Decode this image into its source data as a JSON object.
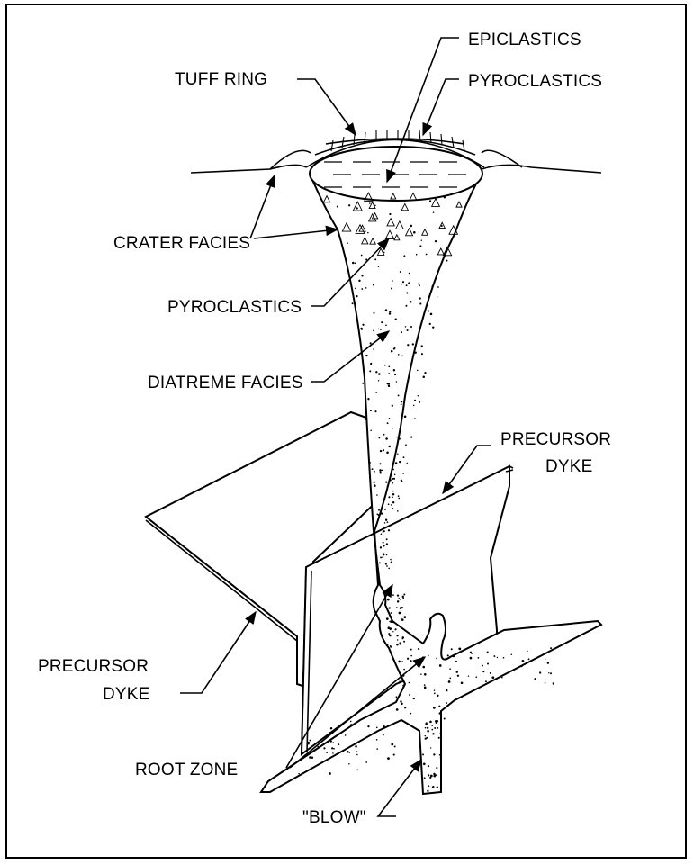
{
  "labels": {
    "epiclastics": "EPICLASTICS",
    "tuff_ring": "TUFF RING",
    "pyroclastics_top": "PYROCLASTICS",
    "crater_facies": "CRATER FACIES",
    "pyroclastics_mid": "PYROCLASTICS",
    "diatreme_facies": "DIATREME FACIES",
    "precursor_right_1": "PRECURSOR",
    "precursor_right_2": "DYKE",
    "precursor_left_1": "PRECURSOR",
    "precursor_left_2": "DYKE",
    "root_zone": "ROOT ZONE",
    "blow": "\"BLOW\""
  },
  "colors": {
    "line": "#000000",
    "background": "#ffffff"
  }
}
